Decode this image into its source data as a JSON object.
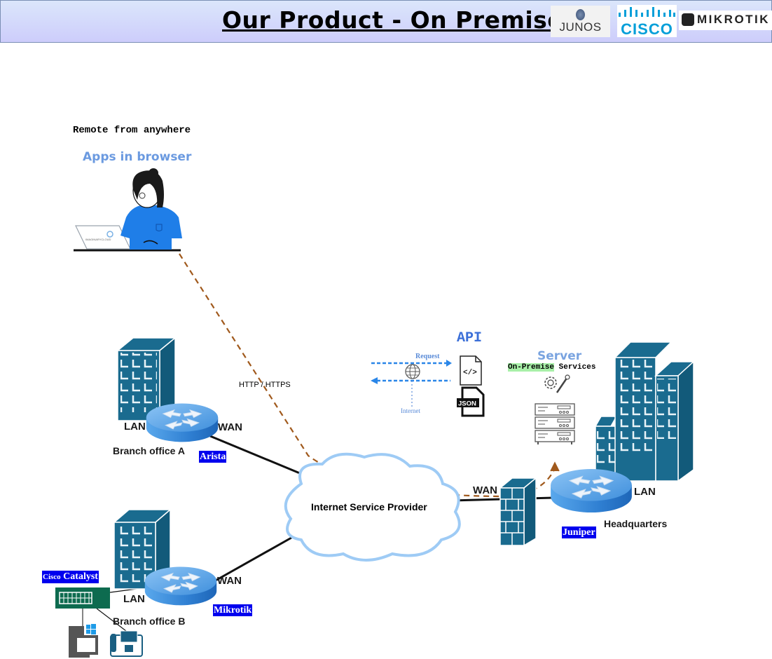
{
  "header": {
    "title": "Our Product - On Premise",
    "logos": {
      "junos": "JUNOS",
      "cisco": "CISCO",
      "mikrotik": "MIKROTIK"
    }
  },
  "remote": {
    "heading": "Remote from anywhere",
    "apps_label": "Apps in browser",
    "laptop_brand": "IMAGINARYCLOUD"
  },
  "connection": {
    "protocol_label": "HTTP / HTTPS"
  },
  "api": {
    "title": "API",
    "request_label": "Request",
    "internet_label": "Internet",
    "json_badge": "JSON"
  },
  "server": {
    "title": "Server",
    "highlight": "On-Premise",
    "services": " Services"
  },
  "branch_a": {
    "lan": "LAN",
    "wan": "WAN",
    "name": "Branch office A",
    "vendor": "Arista"
  },
  "branch_b": {
    "lan": "LAN",
    "wan": "WAN",
    "name": "Branch office B",
    "vendor": "Mikrotik",
    "switch_vendor_small": "Cisco",
    "switch_vendor": "Catalyst"
  },
  "isp": {
    "label": "Internet Service Provider"
  },
  "headquarters": {
    "wan": "WAN",
    "lan": "LAN",
    "name": "Headquarters",
    "vendor": "Juniper"
  },
  "colors": {
    "building": "#1a6b8f",
    "router": "#4a9be0",
    "cloud_stroke": "#9ecbf5",
    "dashed_link": "#a0591c",
    "vendor_tag": "#0000ee",
    "api_arrow": "#2a86e8"
  }
}
